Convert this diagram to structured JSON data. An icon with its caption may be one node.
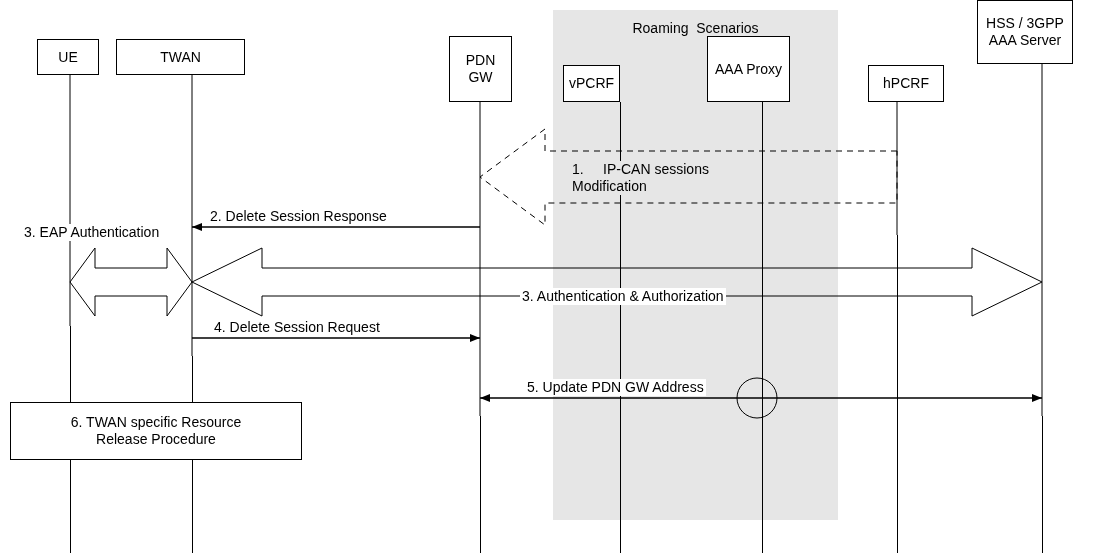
{
  "diagram": {
    "nodes": [
      {
        "text": [
          "Roaming  Scenarios"
        ]
      },
      {
        "text": [
          "UE"
        ]
      },
      {
        "text": [
          "TWAN"
        ]
      },
      {
        "text": [
          "PDN GW"
        ]
      },
      {
        "text": [
          "vPCRF"
        ],
        "in": 0
      },
      {
        "text": [
          "AAA Proxy"
        ],
        "in": 0
      },
      {
        "text": [
          "hPCRF"
        ]
      },
      {
        "text": [
          "HSS / 3GPP AAA Server"
        ]
      },
      {
        "text": [
          "6. TWAN specific Resource Release Procedure"
        ]
      }
    ],
    "edges": [
      {
        "from": 6,
        "to": 3,
        "arrow": "to",
        "label": "1.     IP-CAN sessions Modification",
        "style": "dashed"
      },
      {
        "from": 3,
        "to": 2,
        "arrow": "to",
        "label": "2. Delete Session Response"
      },
      {
        "from": 1,
        "to": 2,
        "arrow": "both",
        "label": "3. EAP Authentication",
        "style": "thick"
      },
      {
        "from": 2,
        "to": 7,
        "arrow": "both",
        "label": "3. Authentication & Authorization",
        "style": "thick"
      },
      {
        "from": 2,
        "to": 3,
        "arrow": "to",
        "label": "4. Delete Session Request"
      },
      {
        "from": 3,
        "to": 7,
        "arrow": "both",
        "label": "5. Update PDN GW Address"
      }
    ]
  }
}
